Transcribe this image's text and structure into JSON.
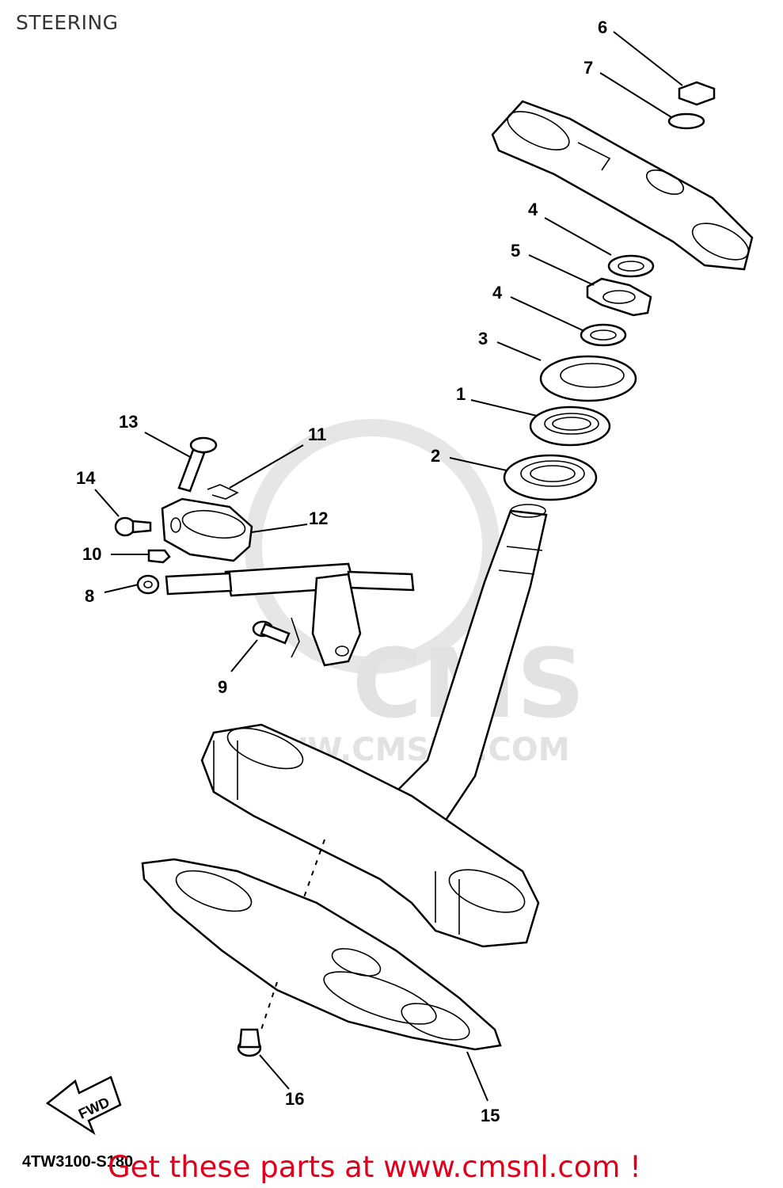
{
  "title": "STEERING",
  "watermark": {
    "brand": "CMS",
    "url": "WWW.CMSNL.COM"
  },
  "parts": [
    {
      "num": "1"
    },
    {
      "num": "2"
    },
    {
      "num": "3"
    },
    {
      "num": "4"
    },
    {
      "num": "4"
    },
    {
      "num": "5"
    },
    {
      "num": "6"
    },
    {
      "num": "7"
    },
    {
      "num": "8"
    },
    {
      "num": "9"
    },
    {
      "num": "10"
    },
    {
      "num": "11"
    },
    {
      "num": "12"
    },
    {
      "num": "13"
    },
    {
      "num": "14"
    },
    {
      "num": "15"
    },
    {
      "num": "16"
    }
  ],
  "fwd_label": "FWD",
  "diagram_code": "4TW3100-S180",
  "promo": "Get these parts at www.cmsnl.com !",
  "colors": {
    "promo": "#e0001b",
    "watermark": "#e2e2e2",
    "ink": "#000000"
  }
}
